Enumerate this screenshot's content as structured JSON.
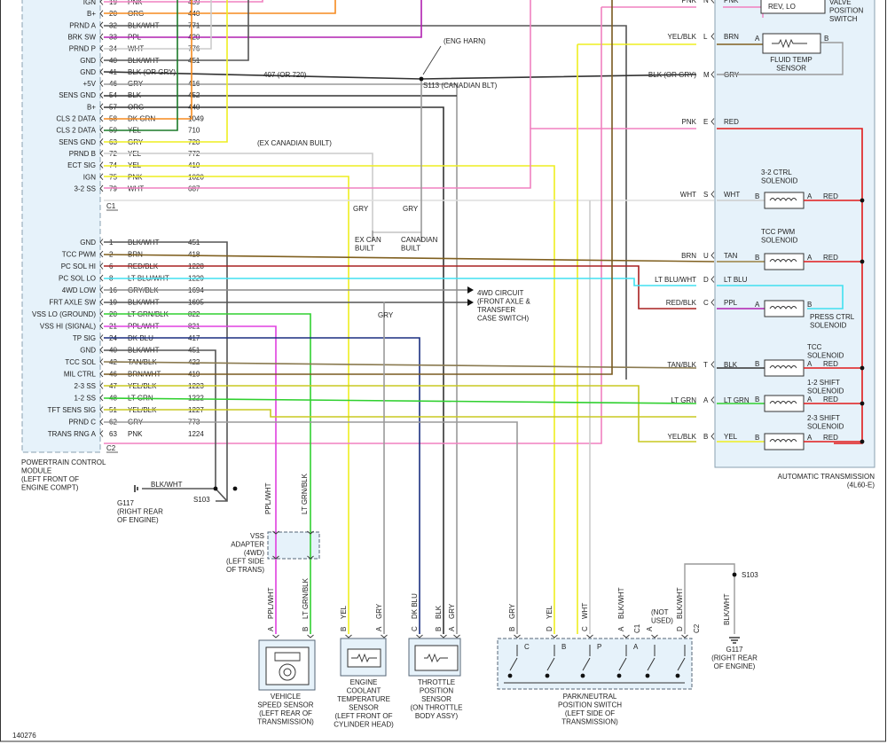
{
  "colors": {
    "PNK": "#f080c0",
    "ORG": "#f58a1f",
    "BLKWHT": "#555555",
    "PPL": "#b020b0",
    "WHT": "#cccccc",
    "BLK": "#333333",
    "GRY": "#9a9a9a",
    "DKGRN": "#1c7a2a",
    "YEL": "#eeee20",
    "BRN": "#806020",
    "REDBLK": "#a82020",
    "LTBLU": "#40e0f0",
    "LTGRN": "#30d030",
    "DKBLU": "#1a2f80",
    "RED": "#e01a1a",
    "TAN": "#9a8040",
    "GRYBLK": "#8c8c8c",
    "BRNWHT": "#7a5a20",
    "YELBLK": "#c8c820",
    "TANBLK": "#8a7a50"
  },
  "pcm_title": [
    "POWERTRAIN CONTROL",
    "MODULE",
    "(LEFT FRONT OF",
    "ENGINE COMPT)"
  ],
  "pcm_connector_c1": "C1",
  "pcm_connector_c2": "C2",
  "pcm_c1_pins": [
    {
      "fn": "IGN",
      "pin": "19",
      "color": "PNK",
      "circuit": "439"
    },
    {
      "fn": "B+",
      "pin": "20",
      "color": "ORG",
      "circuit": "440"
    },
    {
      "fn": "PRND A",
      "pin": "32",
      "color": "BLK/WHT",
      "circuit": "771"
    },
    {
      "fn": "BRK SW",
      "pin": "33",
      "color": "PPL",
      "circuit": "420"
    },
    {
      "fn": "PRND P",
      "pin": "34",
      "color": "WHT",
      "circuit": "776"
    },
    {
      "fn": "GND",
      "pin": "40",
      "color": "BLK/WHT",
      "circuit": "451"
    },
    {
      "fn": "GND",
      "pin": "41",
      "color": "BLK (OR GRY)",
      "circuit": ""
    },
    {
      "fn": "+5V",
      "pin": "46",
      "color": "GRY",
      "circuit": "416"
    },
    {
      "fn": "SENS GND",
      "pin": "54",
      "color": "BLK",
      "circuit": "452"
    },
    {
      "fn": "B+",
      "pin": "57",
      "color": "ORG",
      "circuit": "440"
    },
    {
      "fn": "CLS 2 DATA",
      "pin": "58",
      "color": "DK GRN",
      "circuit": "1049"
    },
    {
      "fn": "CLS 2 DATA",
      "pin": "59",
      "color": "YEL",
      "circuit": "710"
    },
    {
      "fn": "SENS GND",
      "pin": "63",
      "color": "GRY",
      "circuit": "720"
    },
    {
      "fn": "PRND B",
      "pin": "72",
      "color": "YEL",
      "circuit": "772"
    },
    {
      "fn": "ECT SIG",
      "pin": "74",
      "color": "YEL",
      "circuit": "410"
    },
    {
      "fn": "IGN",
      "pin": "75",
      "color": "PNK",
      "circuit": "1020"
    },
    {
      "fn": "3-2 SS",
      "pin": "79",
      "color": "WHT",
      "circuit": "687"
    }
  ],
  "pcm_c2_pins": [
    {
      "fn": "GND",
      "pin": "1",
      "color": "BLK/WHT",
      "circuit": "451"
    },
    {
      "fn": "TCC PWM",
      "pin": "2",
      "color": "BRN",
      "circuit": "418"
    },
    {
      "fn": "PC SOL HI",
      "pin": "6",
      "color": "RED/BLK",
      "circuit": "1228"
    },
    {
      "fn": "PC SOL LO",
      "pin": "8",
      "color": "LT BLU/WHT",
      "circuit": "1229"
    },
    {
      "fn": "4WD LOW",
      "pin": "16",
      "color": "GRY/BLK",
      "circuit": "1694"
    },
    {
      "fn": "FRT AXLE SW",
      "pin": "19",
      "color": "BLK/WHT",
      "circuit": "1695"
    },
    {
      "fn": "VSS LO (GROUND)",
      "pin": "20",
      "color": "LT GRN/BLK",
      "circuit": "822"
    },
    {
      "fn": "VSS HI (SIGNAL)",
      "pin": "21",
      "color": "PPL/WHT",
      "circuit": "821"
    },
    {
      "fn": "TP SIG",
      "pin": "24",
      "color": "DK BLU",
      "circuit": "417"
    },
    {
      "fn": "GND",
      "pin": "40",
      "color": "BLK/WHT",
      "circuit": "451"
    },
    {
      "fn": "TCC SOL",
      "pin": "42",
      "color": "TAN/BLK",
      "circuit": "422"
    },
    {
      "fn": "MIL CTRL",
      "pin": "46",
      "color": "BRN/WHT",
      "circuit": "419"
    },
    {
      "fn": "2-3 SS",
      "pin": "47",
      "color": "YEL/BLK",
      "circuit": "1223"
    },
    {
      "fn": "1-2 SS",
      "pin": "48",
      "color": "LT GRN",
      "circuit": "1222"
    },
    {
      "fn": "TFT SENS SIG",
      "pin": "51",
      "color": "YEL/BLK",
      "circuit": "1227"
    },
    {
      "fn": "PRND C",
      "pin": "62",
      "color": "GRY",
      "circuit": "773"
    },
    {
      "fn": "TRANS RNG A",
      "pin": "63",
      "color": "PNK",
      "circuit": "1224"
    }
  ],
  "labels": {
    "eng_harn": "(ENG HARN)",
    "splice_407": "407 (OR 720)",
    "s113": "S113 (CANADIAN BLT)",
    "ex_canadian": "(EX CANADIAN BUILT)",
    "gry1": "GRY",
    "gry2": "GRY",
    "ex_can_built": [
      "EX CAN",
      "BUILT"
    ],
    "canadian_built": [
      "CANADIAN",
      "BUILT"
    ],
    "fwd_circuit": [
      "4WD CIRCUIT",
      "(FRONT AXLE &",
      "TRANSFER",
      "CASE SWITCH)"
    ],
    "gry_mid": "GRY",
    "blk_wht_g117": "BLK/WHT",
    "s103_left": "S103",
    "g117_left": [
      "G117",
      "(RIGHT REAR",
      "OF ENGINE)"
    ],
    "vss_adapter": [
      "VSS",
      "ADAPTER",
      "(4WD)",
      "(LEFT SIDE",
      "OF TRANS)"
    ],
    "ppl_wht_v": "PPL/WHT",
    "lt_grn_blk_v": "LT GRN/BLK",
    "vss_sensor": [
      "VEHICLE",
      "SPEED SENSOR",
      "(LEFT REAR OF",
      "TRANSMISSION)"
    ],
    "ect_sensor": [
      "ENGINE",
      "COOLANT",
      "TEMPERATURE",
      "SENSOR",
      "(LEFT FRONT OF",
      "CYLINDER HEAD)"
    ],
    "tp_sensor": [
      "THROTTLE",
      "POSITION",
      "SENSOR",
      "(ON THROTTLE",
      "BODY ASSY)"
    ],
    "pn_switch": [
      "PARK/NEUTRAL",
      "POSITION SWITCH",
      "(LEFT SIDE OF",
      "TRANSMISSION)"
    ],
    "not_used": [
      "(NOT",
      "USED)"
    ],
    "s103_right": "S103",
    "g117_right": [
      "G117",
      "(RIGHT REAR",
      "OF ENGINE)"
    ],
    "trans_title": [
      "AUTOMATIC TRANSMISSION",
      "(4L60-E)"
    ],
    "fig_no": "140276",
    "valve_switch": [
      "VALVE",
      "POSITION",
      "SWITCH"
    ],
    "rev_lo": "REV, LO",
    "fluid_temp": [
      "FLUID TEMP",
      "SENSOR"
    ],
    "sol_32": [
      "3-2 CTRL",
      "SOLENOID"
    ],
    "sol_tcc_pwm": [
      "TCC PWM",
      "SOLENOID"
    ],
    "sol_press": [
      "PRESS CTRL",
      "SOLENOID"
    ],
    "sol_tcc": [
      "TCC",
      "SOLENOID"
    ],
    "sol_12": [
      "1-2 SHIFT",
      "SOLENOID"
    ],
    "sol_23": [
      "2-3 SHIFT",
      "SOLENOID"
    ]
  },
  "trans_pins": [
    {
      "ext": "PNK",
      "pin": "N",
      "int": "PNK"
    },
    {
      "ext": "YEL/BLK",
      "pin": "L",
      "int": "BRN"
    },
    {
      "ext": "BLK (OR GRY)",
      "pin": "M",
      "int": "GRY"
    },
    {
      "ext": "PNK",
      "pin": "E",
      "int": "RED"
    },
    {
      "ext": "WHT",
      "pin": "S",
      "int": "WHT"
    },
    {
      "ext": "BRN",
      "pin": "U",
      "int": "TAN"
    },
    {
      "ext": "LT BLU/WHT",
      "pin": "D",
      "int": "LT BLU"
    },
    {
      "ext": "RED/BLK",
      "pin": "C",
      "int": "PPL"
    },
    {
      "ext": "TAN/BLK",
      "pin": "T",
      "int": "BLK"
    },
    {
      "ext": "LT GRN",
      "pin": "A",
      "int": "LT GRN"
    },
    {
      "ext": "YEL/BLK",
      "pin": "B",
      "int": "YEL"
    }
  ],
  "sensor_pins": {
    "vss": [
      {
        "p": "A",
        "c": "PPL/WHT"
      },
      {
        "p": "B",
        "c": "LT GRN/BLK"
      }
    ],
    "ect": [
      {
        "p": "B",
        "c": "YEL"
      },
      {
        "p": "A",
        "c": "GRY"
      }
    ],
    "tp": [
      {
        "p": "C",
        "c": "DK BLU"
      },
      {
        "p": "B",
        "c": "BLK"
      },
      {
        "p": "A",
        "c": "GRY"
      }
    ],
    "pn": [
      {
        "p": "B",
        "c": "GRY"
      },
      {
        "p": "D",
        "c": "YEL"
      },
      {
        "p": "C",
        "c": "WHT"
      },
      {
        "p": "A",
        "c": "BLK/WHT"
      },
      {
        "p": "A",
        "c": ""
      },
      {
        "p": "D",
        "c": "BLK/WHT"
      }
    ],
    "pn_connectors": [
      "C1",
      "C2"
    ],
    "pn_internal": [
      "C",
      "B",
      "P",
      "A"
    ]
  },
  "ground_right_wire": "BLK/WHT",
  "solenoid_pin_labels": {
    "a": "A",
    "b": "B",
    "red": "RED"
  }
}
